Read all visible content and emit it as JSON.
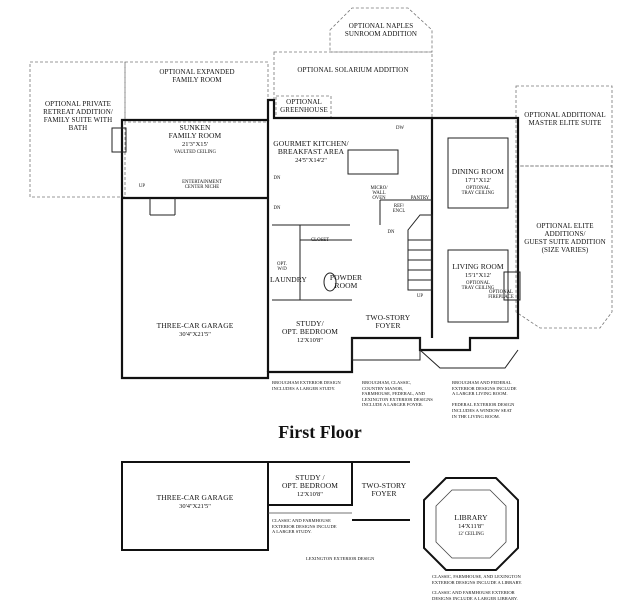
{
  "title": "First Floor",
  "options": {
    "naples": "OPTIONAL NAPLES\nSUNROOM ADDITION",
    "solarium": "OPTIONAL SOLARIUM ADDITION",
    "expanded_family": "OPTIONAL EXPANDED\nFAMILY ROOM",
    "retreat": "OPTIONAL PRIVATE\nRETREAT ADDITION/\nFAMILY SUITE WITH\nBATH",
    "greenhouse": "OPTIONAL\nGREENHOUSE",
    "master_elite": "OPTIONAL ADDITIONAL\nMASTER ELITE SUITE",
    "guest_suite": "OPTIONAL ELITE\nADDITIONS/\nGUEST SUITE ADDITION\n(SIZE VARIES)"
  },
  "rooms": {
    "family": {
      "name": "SUNKEN\nFAMILY ROOM",
      "dim": "21'3\"X15'",
      "note": "VAULTED CEILING"
    },
    "kitchen": {
      "name": "GOURMET KITCHEN/\nBREAKFAST AREA",
      "dim": "24'5\"X14'2\""
    },
    "dining": {
      "name": "DINING ROOM",
      "dim": "17'1\"X12'",
      "note": "OPTIONAL\nTRAY CEILING"
    },
    "living": {
      "name": "LIVING ROOM",
      "dim": "15'1\"X12'",
      "note": "OPTIONAL\nTRAY CEILING"
    },
    "garage": {
      "name": "THREE-CAR GARAGE",
      "dim": "30'4\"X21'5\""
    },
    "study": {
      "name": "STUDY/\nOPT. BEDROOM",
      "dim": "12'X10'8\""
    },
    "foyer": {
      "name": "TWO-STORY\nFOYER"
    },
    "powder": {
      "name": "POWDER\nROOM"
    },
    "laundry": {
      "name": "LAUNDRY"
    },
    "garage2": {
      "name": "THREE-CAR GARAGE",
      "dim": "30'4\"X21'5\""
    },
    "study2": {
      "name": "STUDY /\nOPT. BEDROOM",
      "dim": "12'X10'8\""
    },
    "foyer2": {
      "name": "TWO-STORY\nFOYER"
    },
    "library": {
      "name": "LIBRARY",
      "dim": "14'X11'8\"",
      "note": "12' CEILING"
    }
  },
  "small_labels": {
    "entertainment": "ENTERTAINMENT\nCENTER NICHE",
    "dw": "DW",
    "micro": "MICRO/\nWALL\nOVEN",
    "ref": "REF/\nENCL",
    "pantry": "PANTRY",
    "closet": "CLOSET",
    "opt_wd": "OPT.\nW/D",
    "dn1": "DN",
    "dn2": "DN",
    "dn3": "DN",
    "up1": "UP",
    "up2": "UP",
    "fireplace": "OPTIONAL\nFIREPLACE"
  },
  "notes": {
    "brougham_study": "BROUGHAM EXTERIOR DESIGN\nINCLUDES A LARGER STUDY.",
    "larger_foyer": "BROUGHAM, CLASSIC,\nCOUNTRY MANOR,\nFARMHOUSE, FEDERAL, AND\nLEXINGTON EXTERIOR DESIGNS\nINCLUDE A LARGER FOYER.",
    "living_note": "BROUGHAM AND FEDERAL\nEXTERIOR DESIGNS INCLUDE\nA LARGER LIVING ROOM.\n\nFEDERAL EXTERIOR DESIGN\nINCLUDES A WINDOW SEAT\nIN THE LIVING ROOM.",
    "classic_study": "CLASSIC AND FARMHOUSE\nEXTERIOR DESIGNS INCLUDE\nA LARGER STUDY.",
    "lexington": "LEXINGTON EXTERIOR DESIGN",
    "library_note": "CLASSIC, FARMHOUSE, AND LEXINGTON\nEXTERIOR DESIGNS INCLUDE A LIBRARY.",
    "library_note2": "CLASSIC AND FARMHOUSE EXTERIOR\nDESIGNS INCLUDE A LARGER LIBRARY."
  }
}
